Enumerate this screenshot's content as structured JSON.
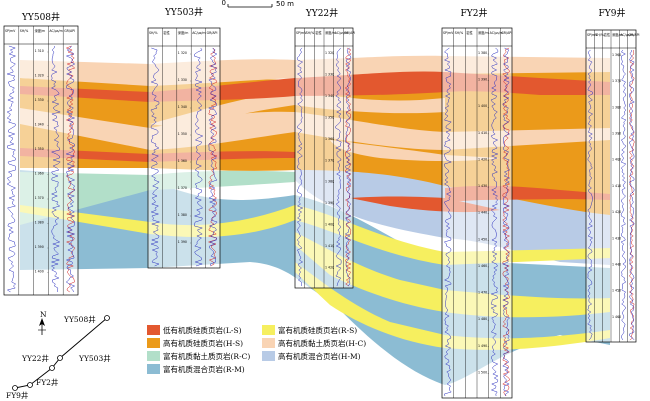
{
  "wells": [
    {
      "id": "yy508",
      "name": "YY508井",
      "cols": [
        "SP/mV",
        "SH/%",
        "深度/m",
        "AC/μs/m",
        "GR/API"
      ],
      "depths": [
        "1 310",
        "1 320",
        "1 330",
        "1 340",
        "1 350",
        "1 360",
        "1 370",
        "1 380",
        "1 390",
        "1 400"
      ]
    },
    {
      "id": "yy503",
      "name": "YY503井",
      "cols": [
        "SH/%",
        "岩性",
        "深度/m",
        "AC/μs/m",
        "GR/API"
      ],
      "depths": [
        "1 320",
        "1 330",
        "1 340",
        "1 350",
        "1 360",
        "1 370",
        "1 380",
        "1 390"
      ]
    },
    {
      "id": "yy22",
      "name": "YY22井",
      "cols": [
        "SP/mV",
        "SH/%",
        "岩性",
        "深度/m",
        "AC/μs/m",
        "GR/API"
      ],
      "depths": [
        "1 320",
        "1 330",
        "1 340",
        "1 350",
        "1 360",
        "1 370",
        "1 380",
        "1 390",
        "1 400",
        "1 410",
        "1 420"
      ]
    },
    {
      "id": "fy2",
      "name": "FY2井",
      "cols": [
        "SP/mV",
        "SH/%",
        "岩性",
        "深度/m",
        "AC/μs/m",
        "GR/API"
      ],
      "depths": [
        "1 380",
        "1 390",
        "1 400",
        "1 410",
        "1 420",
        "1 430",
        "1 440",
        "1 450",
        "1 460",
        "1 470",
        "1 480",
        "1 490",
        "1 500"
      ]
    },
    {
      "id": "fy9",
      "name": "FY9井",
      "cols": [
        "SP/mV",
        "SH/%",
        "岩性",
        "深度/m",
        "AC/μs/m",
        "GR/API"
      ],
      "depths": [
        "1 360",
        "1 370",
        "1 380",
        "1 390",
        "1 400",
        "1 410",
        "1 420",
        "1 430",
        "1 440",
        "1 450",
        "1 460"
      ]
    }
  ],
  "scale": {
    "zero": "0",
    "label": "50 m"
  },
  "legend": [
    {
      "key": "l-s",
      "label": "低有机质硅质页岩(L-S)",
      "color": "#e3582f"
    },
    {
      "key": "r-s",
      "label": "富有机质硅质页岩(R-S)",
      "color": "#f6ef5f"
    },
    {
      "key": "h-s",
      "label": "高有机质硅质页岩(H-S)",
      "color": "#eb9a1a"
    },
    {
      "key": "h-c",
      "label": "高有机质黏土质页岩(H-C)",
      "color": "#f9d4b4"
    },
    {
      "key": "r-c",
      "label": "富有机质黏土质页岩(R-C)",
      "color": "#b2dfc9"
    },
    {
      "key": "h-m",
      "label": "高有机质混合页岩(H-M)",
      "color": "#b8cbe6"
    },
    {
      "key": "r-m",
      "label": "富有机质混合页岩(R-M)",
      "color": "#8cbcd3"
    }
  ],
  "map": {
    "north": "N",
    "wells": [
      {
        "id": "YY508",
        "label": "YY508井"
      },
      {
        "id": "YY503",
        "label": "YY503井"
      },
      {
        "id": "YY22",
        "label": "YY22井"
      },
      {
        "id": "FY2",
        "label": "FY2井"
      },
      {
        "id": "FY9",
        "label": "FY9井"
      }
    ]
  }
}
